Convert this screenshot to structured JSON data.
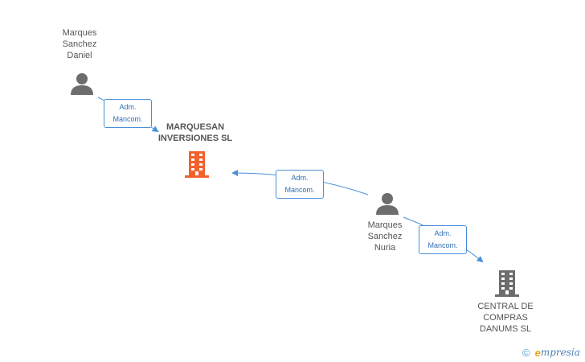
{
  "nodes": {
    "person_daniel": {
      "lines": [
        "Marques",
        "Sanchez",
        "Daniel"
      ],
      "icon": "person-icon"
    },
    "company_marquesan": {
      "lines": [
        "MARQUESAN",
        "INVERSIONES SL"
      ],
      "icon": "building-icon",
      "color": "#f2612e"
    },
    "person_nuria": {
      "lines": [
        "Marques",
        "Sanchez",
        "Nuria"
      ],
      "icon": "person-icon"
    },
    "company_central": {
      "lines": [
        "CENTRAL DE",
        "COMPRAS",
        "DANUMS SL"
      ],
      "icon": "building-icon",
      "color": "#6d6d6d"
    }
  },
  "edges": {
    "daniel_to_marquesan": {
      "lines": [
        "Adm.",
        "Mancom."
      ]
    },
    "nuria_to_marquesan": {
      "lines": [
        "Adm.",
        "Mancom."
      ]
    },
    "nuria_to_central": {
      "lines": [
        "Adm.",
        "Mancom."
      ]
    }
  },
  "colors": {
    "edge": "#4a90d9",
    "person": "#6d6d6d",
    "text": "#555555"
  },
  "brand": {
    "copyright": "©",
    "e": "e",
    "rest": "mpresia"
  }
}
